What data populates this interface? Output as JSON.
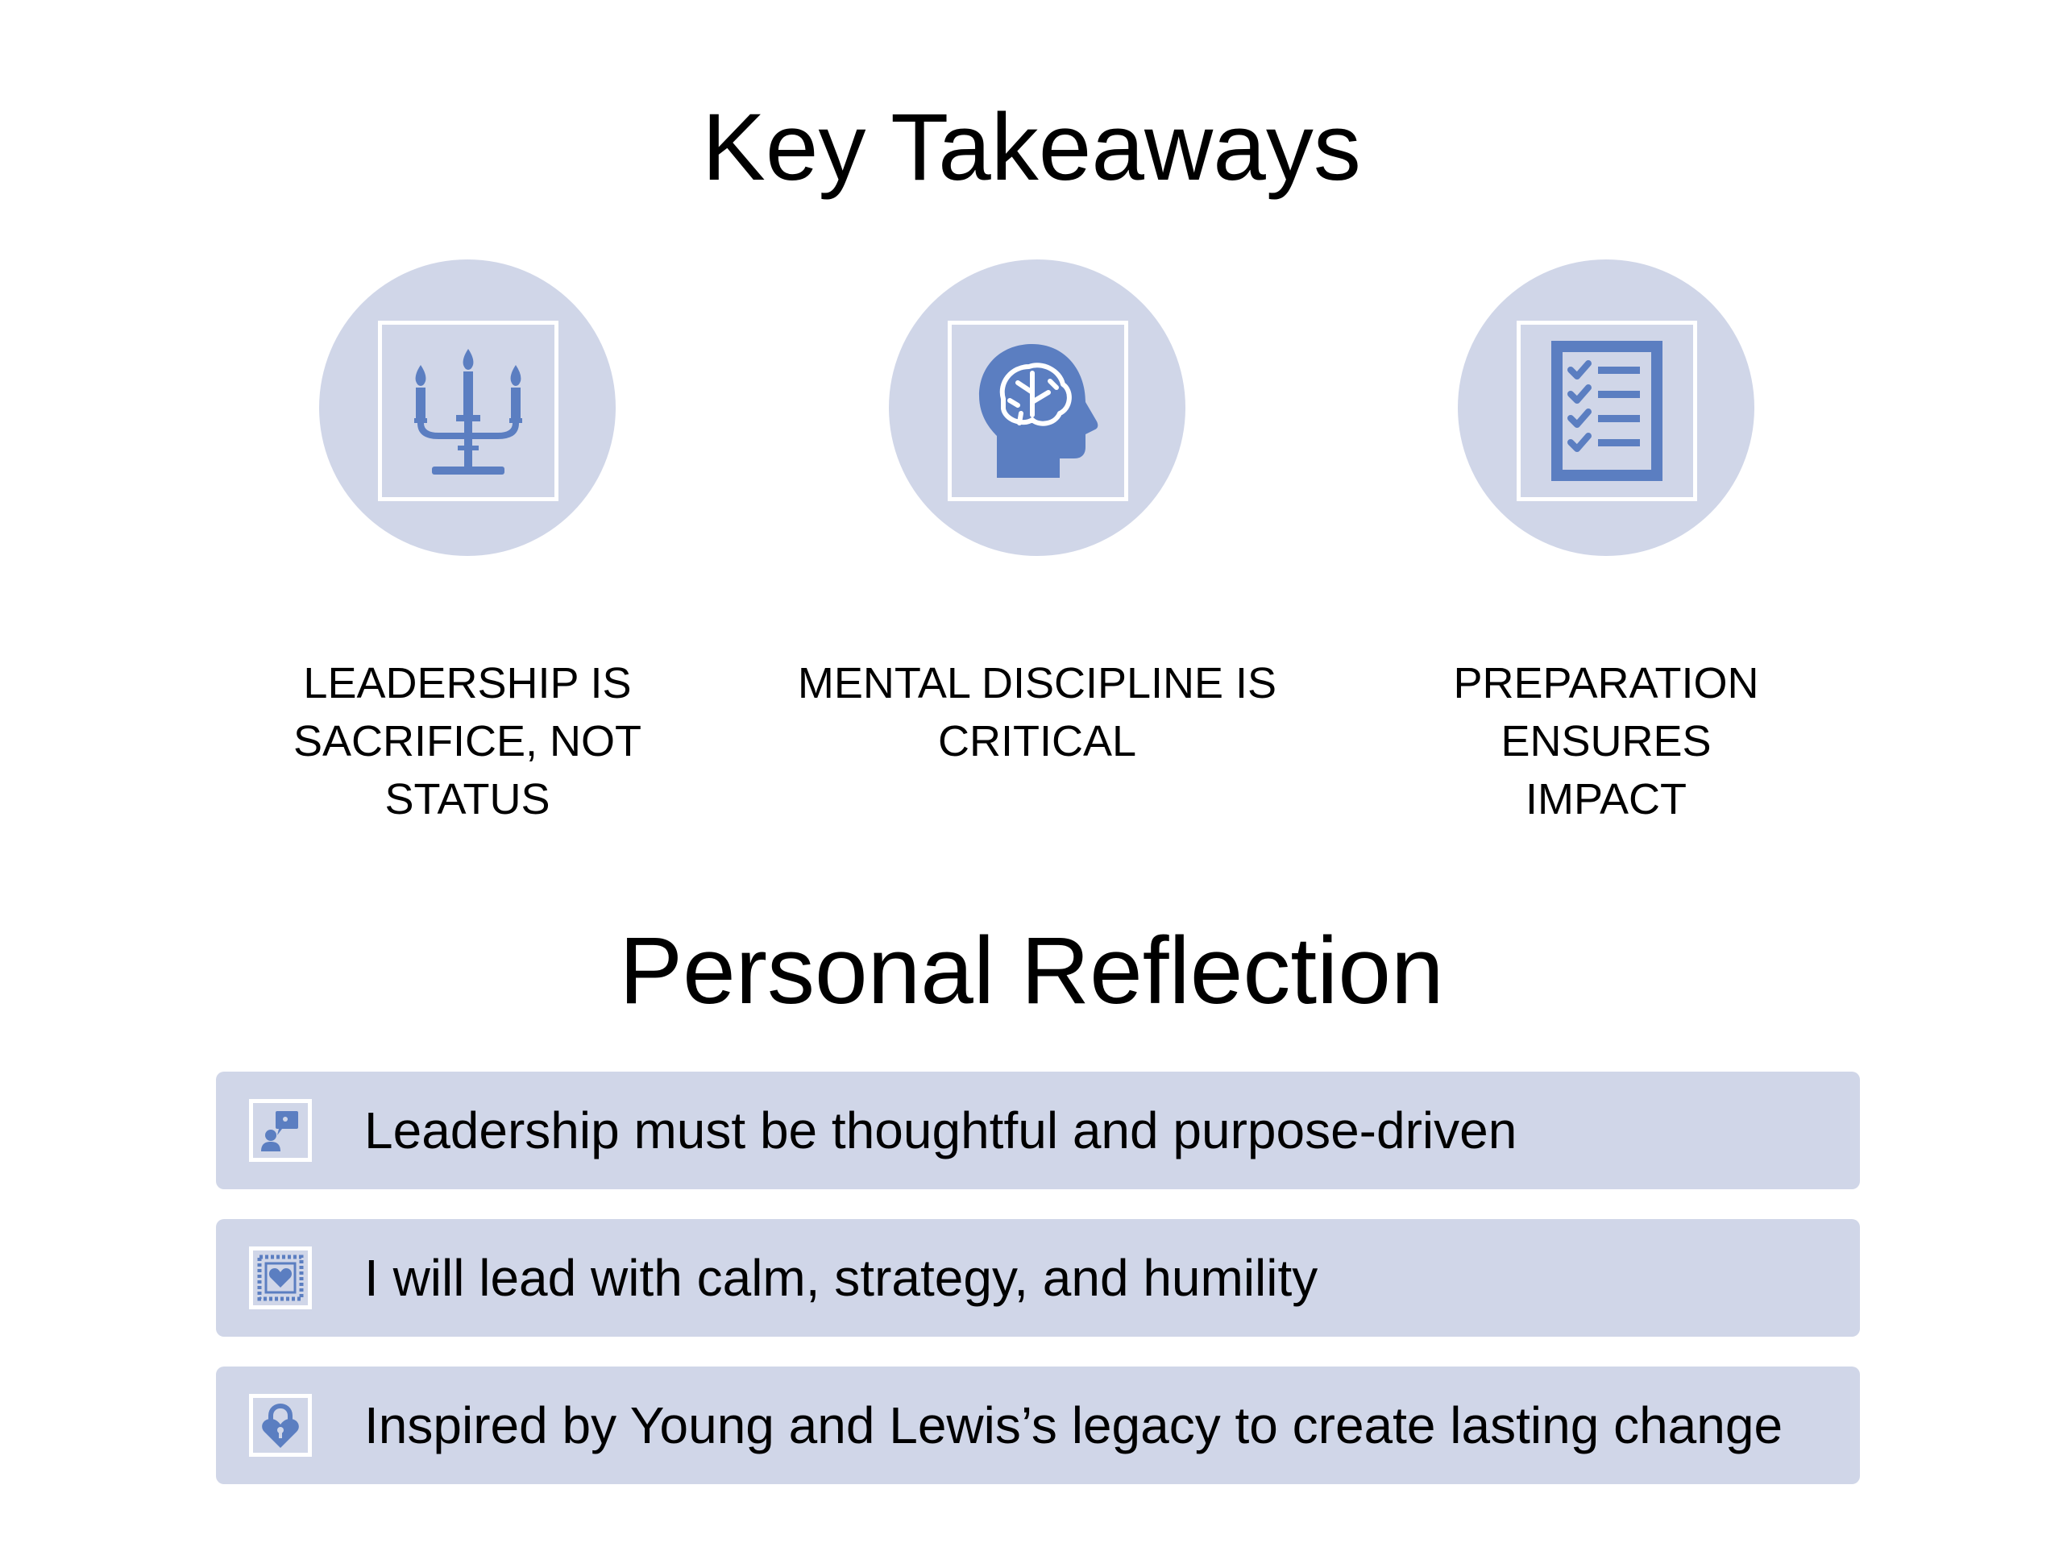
{
  "colors": {
    "circle_fill": "#d0d6e8",
    "icon_blue": "#5b7ec1",
    "row_fill": "#d0d6e8",
    "text": "#000000"
  },
  "takeaways": {
    "title": "Key Takeaways",
    "items": [
      {
        "icon": "candelabra-icon",
        "label_line1": "LEADERSHIP IS",
        "label_line2": "SACRIFICE, NOT STATUS"
      },
      {
        "icon": "brain-head-icon",
        "label_line1": "MENTAL DISCIPLINE IS",
        "label_line2": "CRITICAL"
      },
      {
        "icon": "checklist-icon",
        "label_line1": "PREPARATION ENSURES",
        "label_line2": "IMPACT"
      }
    ]
  },
  "reflection": {
    "title": "Personal Reflection",
    "items": [
      {
        "icon": "presenter-icon",
        "text": "Leadership must be thoughtful and purpose-driven"
      },
      {
        "icon": "heart-stamp-icon",
        "text": "I will lead with calm, strategy, and humility"
      },
      {
        "icon": "heart-padlock-icon",
        "text": "Inspired by Young and Lewis’s legacy to create lasting change"
      }
    ]
  }
}
